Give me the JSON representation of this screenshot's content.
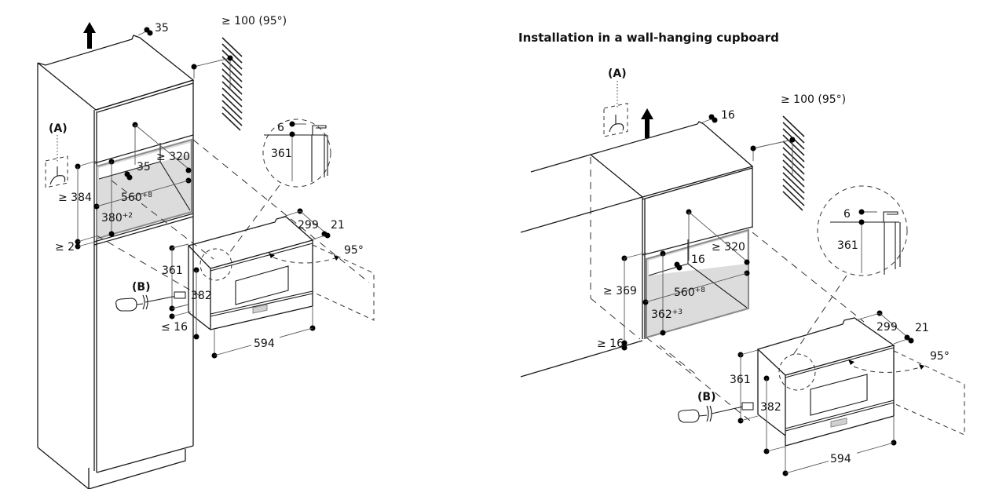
{
  "right_title": "Installation in a wall-hanging cupboard",
  "left": {
    "vent_gap": "35",
    "wall_clearance": "≥ 100 (95°)",
    "recess_depth": "≥ 320",
    "rear_gap": "35",
    "recess_height_total": "≥ 384",
    "recess_width": "560",
    "recess_width_tol": "+8",
    "recess_height": "380",
    "recess_height_tol": "+2",
    "shelf_gap": "≥ 2",
    "marker_a": "(A)",
    "marker_b": "(B)",
    "detail_top": "6",
    "detail_height": "361",
    "appliance_depth": "299",
    "front_depth": "21",
    "door_angle": "95°",
    "appliance_body_height": "361",
    "appliance_height": "382",
    "bottom_gap": "≤ 16",
    "appliance_width": "594"
  },
  "right": {
    "marker_a": "(A)",
    "vent_gap": "16",
    "wall_clearance": "≥ 100 (95°)",
    "recess_depth": "≥ 320",
    "rear_gap": "16",
    "recess_height_total": "≥ 369",
    "recess_width": "560",
    "recess_width_tol": "+8",
    "recess_height": "362",
    "recess_height_tol": "+3",
    "shelf_gap": "≥ 16",
    "detail_top": "6",
    "detail_height": "361",
    "appliance_depth": "299",
    "front_depth": "21",
    "door_angle": "95°",
    "marker_b": "(B)",
    "appliance_body_height": "361",
    "appliance_height": "382",
    "appliance_width": "594"
  }
}
